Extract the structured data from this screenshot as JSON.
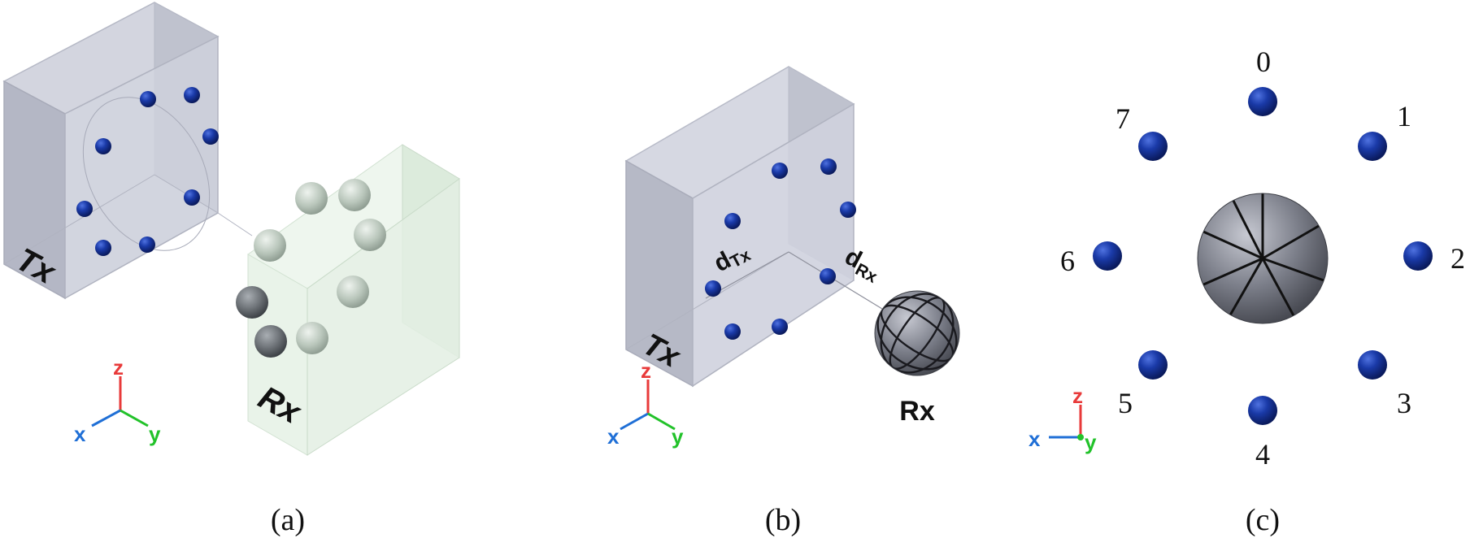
{
  "panels": {
    "a": {
      "caption": "(a)",
      "tx_label": "Tx",
      "rx_label": "Rx",
      "axes": {
        "x": "x",
        "y": "y",
        "z": "z"
      }
    },
    "b": {
      "caption": "(b)",
      "tx_label": "Tx",
      "rx_label": "Rx",
      "d_tx": {
        "main": "d",
        "sub": "Tx"
      },
      "d_rx": {
        "main": "d",
        "sub": "Rx"
      },
      "axes": {
        "x": "x",
        "y": "y",
        "z": "z"
      }
    },
    "c": {
      "caption": "(c)",
      "electrode_numbers": [
        "0",
        "1",
        "2",
        "3",
        "4",
        "5",
        "6",
        "7"
      ],
      "axes": {
        "x": "x",
        "y": "y",
        "z": "z"
      }
    }
  },
  "colors": {
    "electrode_blue": "#1a3aa8",
    "tx_block": "#c9ccd8",
    "rx_block": "#e4f0e4",
    "sphere_grey": "#7c7f8a",
    "axis_x": "#1f6fd6",
    "axis_y": "#22c22a",
    "axis_z": "#e83a3a"
  }
}
